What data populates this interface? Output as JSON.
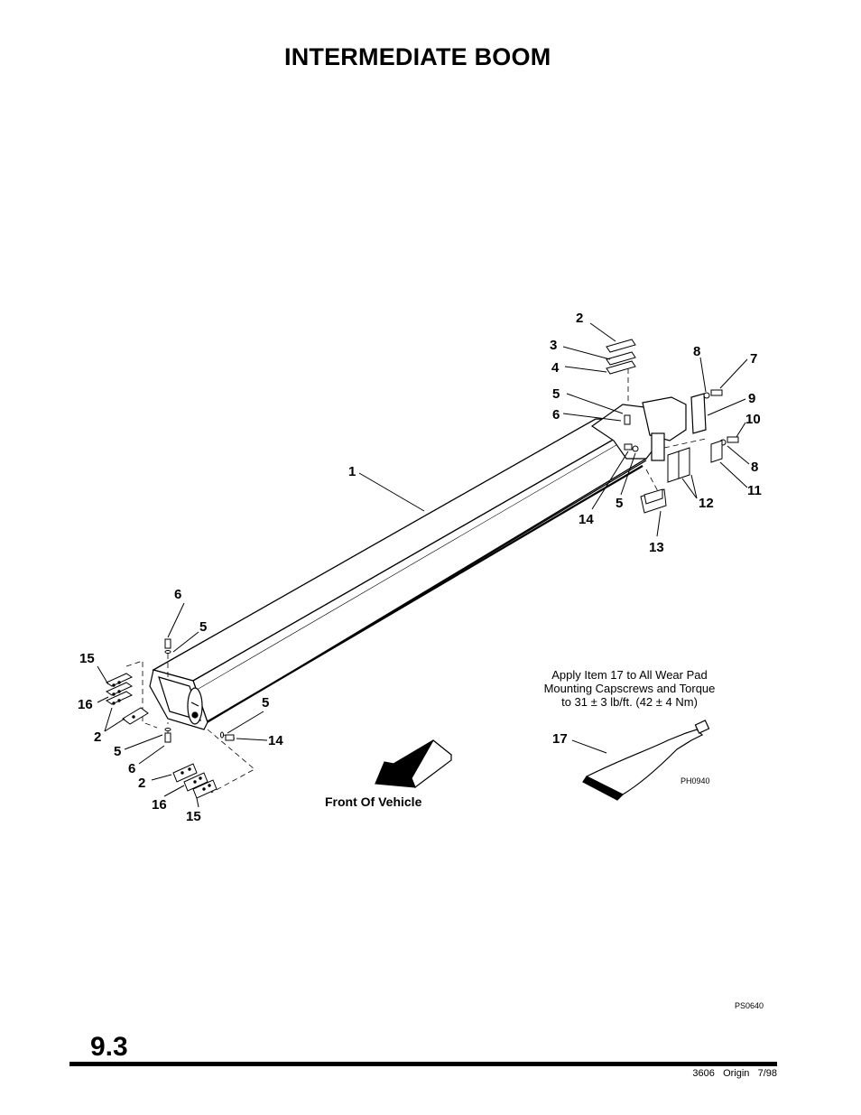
{
  "title": "INTERMEDIATE BOOM",
  "callouts": [
    {
      "id": "c1",
      "text": "1"
    },
    {
      "id": "c2-top",
      "text": "2"
    },
    {
      "id": "c3-top",
      "text": "3"
    },
    {
      "id": "c4-top",
      "text": "4"
    },
    {
      "id": "c5-top",
      "text": "5"
    },
    {
      "id": "c6-top",
      "text": "6"
    },
    {
      "id": "c8-top",
      "text": "8"
    },
    {
      "id": "c7",
      "text": "7"
    },
    {
      "id": "c9",
      "text": "9"
    },
    {
      "id": "c10",
      "text": "10"
    },
    {
      "id": "c8-right",
      "text": "8"
    },
    {
      "id": "c11",
      "text": "11"
    },
    {
      "id": "c12",
      "text": "12"
    },
    {
      "id": "c5-mid",
      "text": "5"
    },
    {
      "id": "c14-top",
      "text": "14"
    },
    {
      "id": "c13",
      "text": "13"
    },
    {
      "id": "c6-left",
      "text": "6"
    },
    {
      "id": "c5-left",
      "text": "5"
    },
    {
      "id": "c15-left",
      "text": "15"
    },
    {
      "id": "c16-left",
      "text": "16"
    },
    {
      "id": "c2-left",
      "text": "2"
    },
    {
      "id": "c5-lower",
      "text": "5"
    },
    {
      "id": "c6-lower",
      "text": "6"
    },
    {
      "id": "c5-side",
      "text": "5"
    },
    {
      "id": "c14-side",
      "text": "14"
    },
    {
      "id": "c2-bottom",
      "text": "2"
    },
    {
      "id": "c16-bottom",
      "text": "16"
    },
    {
      "id": "c15-bottom",
      "text": "15"
    },
    {
      "id": "c17",
      "text": "17"
    }
  ],
  "note": {
    "line1": "Apply Item 17 to All Wear Pad",
    "line2": "Mounting Capscrews and Torque",
    "line3": "to 31 ± 3 lb/ft. (42 ± 4 Nm)"
  },
  "arrow_label": "Front Of Vehicle",
  "tube_code": "PH0940",
  "figure_code": "PS0640",
  "section_number": "9.3",
  "footer": {
    "model": "3606",
    "origin": "Origin",
    "date": "7/98"
  }
}
